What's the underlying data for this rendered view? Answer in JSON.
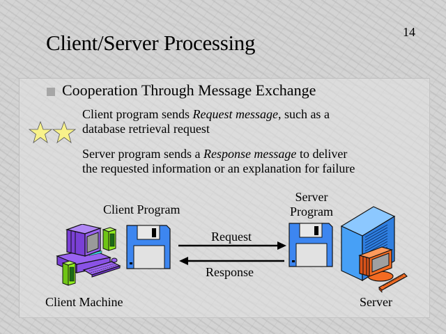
{
  "slide": {
    "title": "Client/Server Processing",
    "page_number": "14"
  },
  "bullet": {
    "icon": "square-bullet-icon",
    "text": "Cooperation Through Message Exchange",
    "subpoints": [
      {
        "line1_pre": "Client program sends ",
        "line1_em": "Request message",
        "line1_post": ", such as a",
        "line2": "database retrieval request"
      },
      {
        "line1_pre": "Server program sends a ",
        "line1_em": "Response message",
        "line1_post": " to deliver",
        "line2": "the requested information or an explanation for failure"
      }
    ]
  },
  "decorations": {
    "stars_icon": "two-stars-icon",
    "star_color": "#f8f28a"
  },
  "diagram": {
    "client_program_label": "Client Program",
    "server_program_label_line1": "Server",
    "server_program_label_line2": "Program",
    "request_label": "Request",
    "response_label": "Response",
    "client_machine_label": "Client Machine",
    "server_label": "Server",
    "colors": {
      "floppy": "#3d86f0",
      "client_pc": "#9a63f0",
      "client_speaker": "#8fee1e",
      "server_tower": "#47a0f6",
      "server_pc": "#f36b22"
    }
  }
}
